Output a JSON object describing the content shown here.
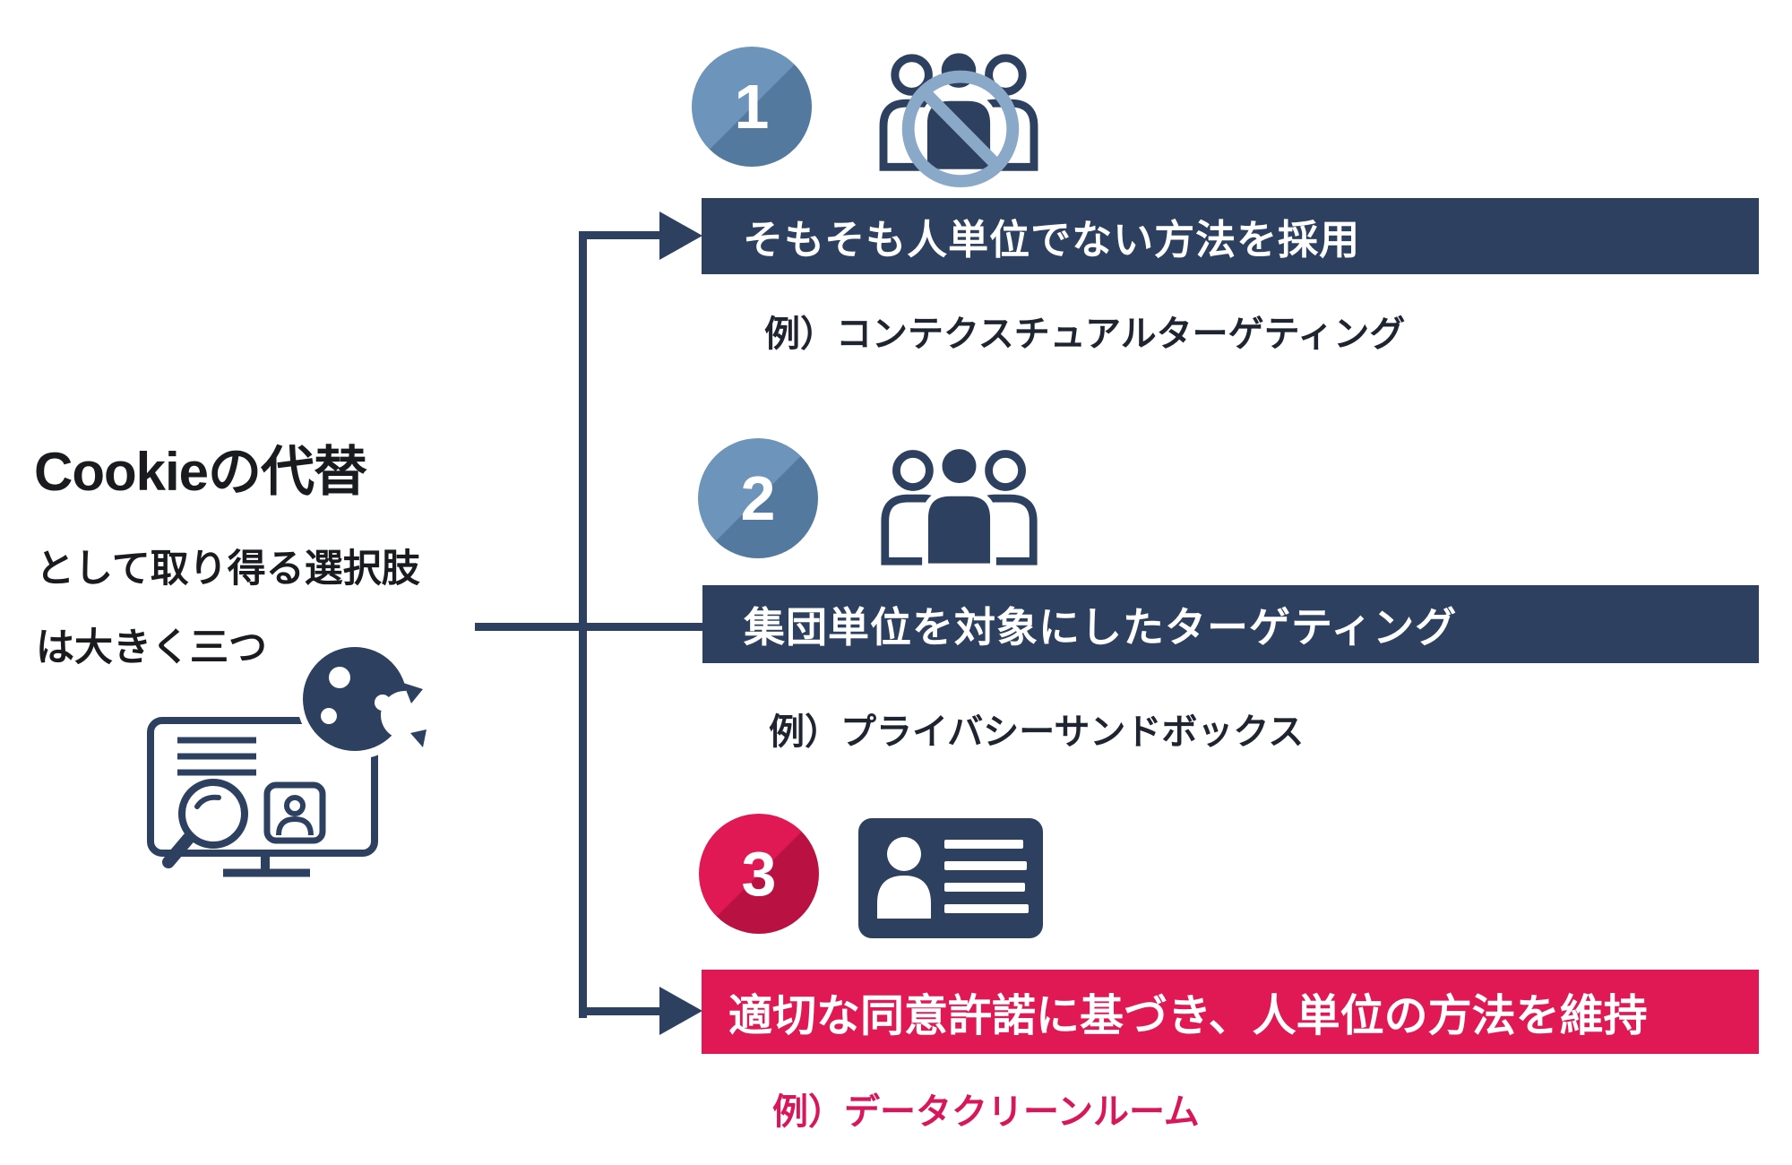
{
  "intro": {
    "title": "Cookieの代替",
    "subtitle_line1": "として取り得る選択肢",
    "subtitle_line2": "は大きく三つ",
    "icon": "monitor-magnifier-cookie-icon"
  },
  "colors": {
    "navy": "#2d4060",
    "circle_blue": "#6d94ba",
    "circle_blue_shadow": "#54799f",
    "crimson": "#e01853",
    "crimson_shadow": "#ba1143",
    "prohibition_sign_blue": "#8aa9c8",
    "bar_text": "#ffffff",
    "example_text_dark": "#1e2430",
    "example_text_crimson": "#d8175a",
    "title_text": "#191b1e"
  },
  "options": [
    {
      "number": "1",
      "icon": "people-group-blocked-icon",
      "label": "そもそも人単位でない方法を採用",
      "example": "例）コンテクスチュアルターゲティング"
    },
    {
      "number": "2",
      "icon": "people-group-icon",
      "label": "集団単位を対象にしたターゲティング",
      "example": "例）プライバシーサンドボックス"
    },
    {
      "number": "3",
      "icon": "id-card-icon",
      "label": "適切な同意許諾に基づき、人単位の方法を維持",
      "example": "例）データクリーンルーム"
    }
  ]
}
